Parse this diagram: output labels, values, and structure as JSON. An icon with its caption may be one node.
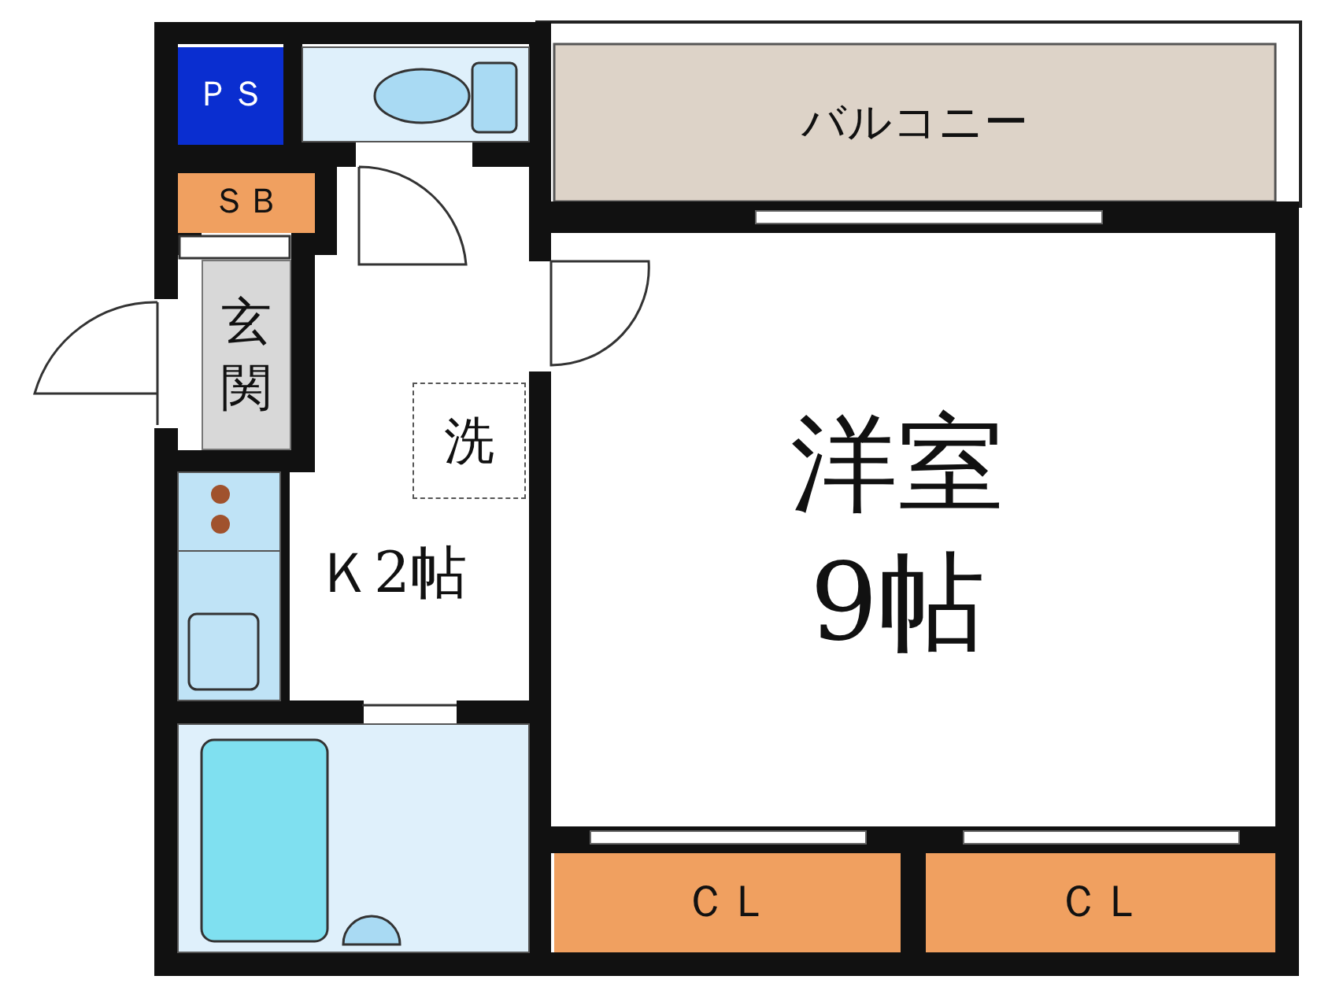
{
  "diagram": {
    "nodes": [
      {
        "text": [
          "ＰＳ"
        ]
      },
      {
        "text": [
          "バルコニー"
        ]
      },
      {
        "text": [
          "ＳＢ"
        ]
      },
      {
        "text": [
          "玄関"
        ]
      },
      {
        "text": [
          "洗"
        ]
      },
      {
        "text": [
          "Ｋ2帖"
        ]
      },
      {
        "text": [
          "洋室9帖"
        ]
      },
      {
        "text": [
          "ＣＬ"
        ]
      },
      {
        "text": [
          "ＣＬ"
        ]
      }
    ]
  }
}
